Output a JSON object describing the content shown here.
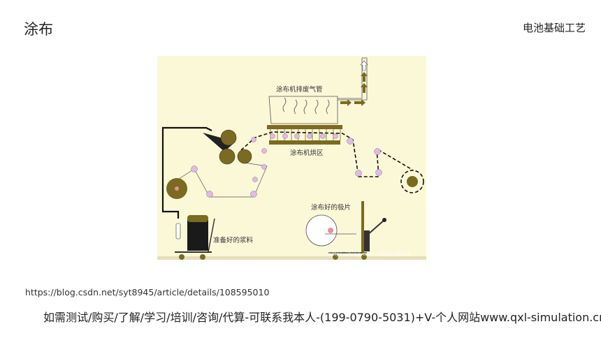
{
  "slide": {
    "title": "涂布",
    "section": "电池基础工艺",
    "source_url": "https://blog.csdn.net/syt8945/article/details/108595010",
    "contact": "如需测试/购买/了解/学习/培训/咨询/代算-可联系我本人-(199-0790-5031)+V-个人网站www.qxl-simulation.cn"
  },
  "diagram": {
    "labels": {
      "exhaust": "涂布机排废气管",
      "oven": "涂布机烘区",
      "slurry": "准备好的浆料",
      "coated_electrode": "涂布好的极片"
    },
    "watermark": "https://blog.csdn.net/syt8945",
    "colors": {
      "background": "#fbf8d8",
      "machine": "#7b6a1f",
      "roller": "#e6b8e6"
    }
  }
}
